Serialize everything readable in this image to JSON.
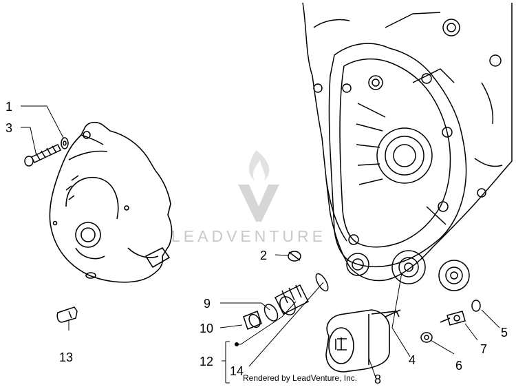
{
  "callouts": {
    "c1": "1",
    "c2": "2",
    "c3": "3",
    "c4": "4",
    "c5": "5",
    "c6": "6",
    "c7": "7",
    "c8": "8",
    "c9": "9",
    "c10": "10",
    "c12": "12",
    "c13": "13",
    "c14": "14"
  },
  "watermark": {
    "text": "LEADVENTURE",
    "logo_icon": "leadventure-flame-logo"
  },
  "credit": "Rendered by LeadVenture, Inc.",
  "colors": {
    "ink": "#000000",
    "watermark": "#c9c9c9"
  }
}
